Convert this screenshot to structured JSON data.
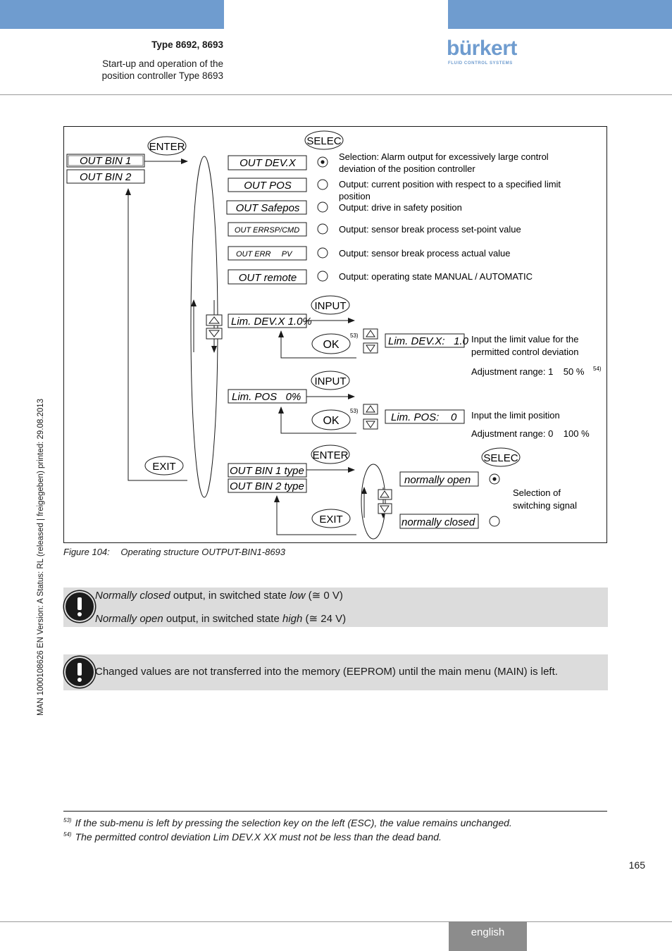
{
  "header": {
    "title": "Type 8692, 8693",
    "subtitle_line1": "Start-up and operation of the",
    "subtitle_line2": "position controller Type 8693",
    "logo_text": "bürkert",
    "logo_tagline": "FLUID CONTROL SYSTEMS",
    "accent_color": "#6f9ccf"
  },
  "side_text": "MAN 1000108626 EN Version: A Status: RL (released | freigegeben) printed: 29.08.2013",
  "diagram": {
    "keys": {
      "enter": "ENTER",
      "selec": "SELEC",
      "input": "INPUT",
      "ok": "OK",
      "exit": "EXIT"
    },
    "left_menu": [
      "OUT BIN 1",
      "OUT BIN 2"
    ],
    "options": [
      {
        "label": "OUT DEV.X",
        "desc1": "Selection: Alarm output for excessively large control",
        "desc2": "deviation of the position controller",
        "selected": true
      },
      {
        "label": "OUT POS",
        "desc1": "Output: current position with respect to a specified limit",
        "desc2": "position",
        "selected": false
      },
      {
        "label": "OUT Safepos",
        "desc1": "Output: drive in safety position",
        "desc2": "",
        "selected": false
      },
      {
        "label": "OUT ERRSP/CMD",
        "desc1": "Output: sensor break process set-point value",
        "desc2": "",
        "selected": false
      },
      {
        "label": "OUT ERR     PV",
        "desc1": "Output: sensor break process actual value",
        "desc2": "",
        "selected": false
      },
      {
        "label": "OUT remote",
        "desc1": "Output: operating state MANUAL / AUTOMATIC",
        "desc2": "",
        "selected": false
      }
    ],
    "dev": {
      "menu_label": "Lim. DEV.X 1.0%",
      "input_label": "Lim. DEV.X:   1.0",
      "footnote_ref": "53)",
      "desc1": "Input the limit value for the",
      "desc2": "permitted control deviation",
      "range": "Adjustment range: 1    50 %",
      "range_ref": "54)"
    },
    "pos": {
      "menu_label": "Lim. POS   0%",
      "input_label": "Lim. POS:    0",
      "footnote_ref": "53)",
      "desc1": "Input the limit position",
      "range": "Adjustment range: 0    100 %"
    },
    "type_menu": [
      "OUT BIN 1 type",
      "OUT BIN 2 type"
    ],
    "switching": {
      "options": [
        "normally open",
        "normally closed"
      ],
      "desc1": "Selection of",
      "desc2": "switching signal"
    }
  },
  "caption": {
    "label": "Figure 104:",
    "text": "Operating structure OUTPUT-BIN1-8693"
  },
  "note1": {
    "line1_italic": "Normally closed",
    "line1_text": " output, in switched state ",
    "line1_italic2": "low",
    "line1_tail": " (≅ 0 V)",
    "line2_italic": "Normally open",
    "line2_text": " output, in switched state ",
    "line2_italic2": "high",
    "line2_tail": " (≅ 24 V)"
  },
  "note2": {
    "text": "Changed values are not transferred into the memory (EEPROM) until the main menu (MAIN) is left."
  },
  "footnotes": [
    {
      "ref": "53)",
      "text": "If the sub-menu is left by pressing the selection key on the left (ESC), the value remains unchanged."
    },
    {
      "ref": "54)",
      "text": "The permitted control deviation Lim DEV.X XX must not be less than the dead band."
    }
  ],
  "page_number": "165",
  "language_tab": "english"
}
